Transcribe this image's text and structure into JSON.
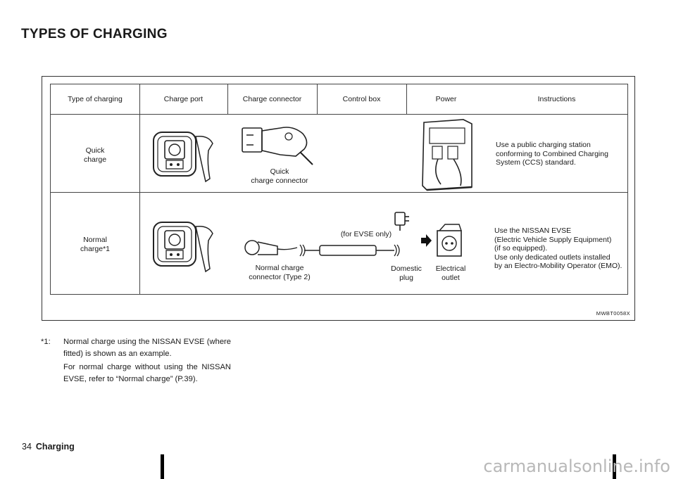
{
  "page": {
    "title": "TYPES OF CHARGING",
    "page_number": "34",
    "section": "Charging",
    "watermark": "carmanualsonline.info"
  },
  "figure": {
    "id": "MWBT0058X",
    "columns": [
      "Type of charging",
      "Charge port",
      "Charge connector",
      "Control box",
      "Power",
      "Instructions"
    ],
    "rows": [
      {
        "type_lines": [
          "Quick",
          "charge"
        ],
        "connector_caption_lines": [
          "Quick",
          "charge connector"
        ],
        "instructions_lines": [
          "Use a public charging station",
          "conforming to Combined Charging",
          "System (CCS) standard."
        ]
      },
      {
        "type_lines": [
          "Normal",
          "charge*1"
        ],
        "connector_caption_lines": [
          "Normal charge",
          "connector (Type 2)"
        ],
        "control_box_label": "(for EVSE only)",
        "domestic_plug_lines": [
          "Domestic",
          "plug"
        ],
        "electrical_outlet_lines": [
          "Electrical",
          "outlet"
        ],
        "instructions_lines": [
          "Use the NISSAN EVSE",
          "(Electric Vehicle Supply Equipment)",
          "(if so equipped).",
          "Use only dedicated outlets installed",
          "by an Electro-Mobility Operator (EMO)."
        ]
      }
    ]
  },
  "footnote": {
    "mark": "*1:",
    "paragraphs": [
      "Normal charge using the NISSAN EVSE (where fitted) is shown as an example.",
      "For normal charge without using the NISSAN EVSE, refer to “Normal charge” (P.39)."
    ]
  },
  "icons": [
    "charge-port-illustration",
    "ccs-connector-illustration",
    "charging-station-illustration",
    "type2-connector-illustration",
    "evse-cable-illustration",
    "domestic-plug-icon",
    "arrow-right-icon",
    "electrical-outlet-illustration"
  ]
}
